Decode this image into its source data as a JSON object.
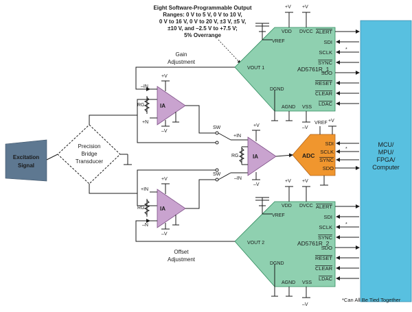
{
  "ranges_note": {
    "l1": "Eight Software-Programmable Output",
    "l2": "Ranges: 0 V to 5 V, 0 V to 10 V,",
    "l3": "0 V to 16 V, 0 V to 20 V, ±3 V, ±5 V,",
    "l4": "±10 V, and –2.5 V to +7.5 V;",
    "l5": "5% Overrange"
  },
  "gain_adj": {
    "l1": "Gain",
    "l2": "Adjustment"
  },
  "offset_adj": {
    "l1": "Offset",
    "l2": "Adjustment"
  },
  "excitation": {
    "l1": "Excitation",
    "l2": "Signal"
  },
  "bridge": {
    "l1": "Precision",
    "l2": "Bridge",
    "l3": "Transducer"
  },
  "ia_label": "IA",
  "rg_label": "RG",
  "pos_in": "+IN",
  "neg_in": "–IN",
  "pos_n": "+N",
  "neg_n": "–N",
  "plus_v": "+V",
  "minus_v": "–V",
  "sw": "SW",
  "adc": {
    "label": "ADC",
    "vref": "VREF",
    "pins": [
      "SDI",
      "SCLK",
      "SYNC",
      "SDO"
    ]
  },
  "dac1": {
    "name": "AD5761R_1",
    "vout": "VOUT 1",
    "vref": "VREF",
    "vdd": "VDD",
    "dvcc": "DVCC",
    "dgnd": "DGND",
    "agnd": "AGND",
    "vss": "VSS"
  },
  "dac2": {
    "name": "AD5761R_2",
    "vout": "VOUT 2",
    "vref": "VREF",
    "vdd": "VDD",
    "dvcc": "DVCC",
    "dgnd": "DGND",
    "agnd": "AGND",
    "vss": "VSS"
  },
  "dac_pins": [
    "ALERT",
    "SDI",
    "SCLK",
    "SYNC",
    "SDO",
    "RESET",
    "CLEAR",
    "LDAC"
  ],
  "mcu": {
    "l1": "MCU/",
    "l2": "MPU/",
    "l3": "FPGA/",
    "l4": "Computer"
  },
  "footnote": "*Can All Be Tied Together",
  "asterisk": "*",
  "colors": {
    "ia": "#c9a3cf",
    "dac": "#8fd0b0",
    "adc": "#f0962e",
    "mcu": "#58c0e0",
    "excitation": "#5e7891"
  }
}
